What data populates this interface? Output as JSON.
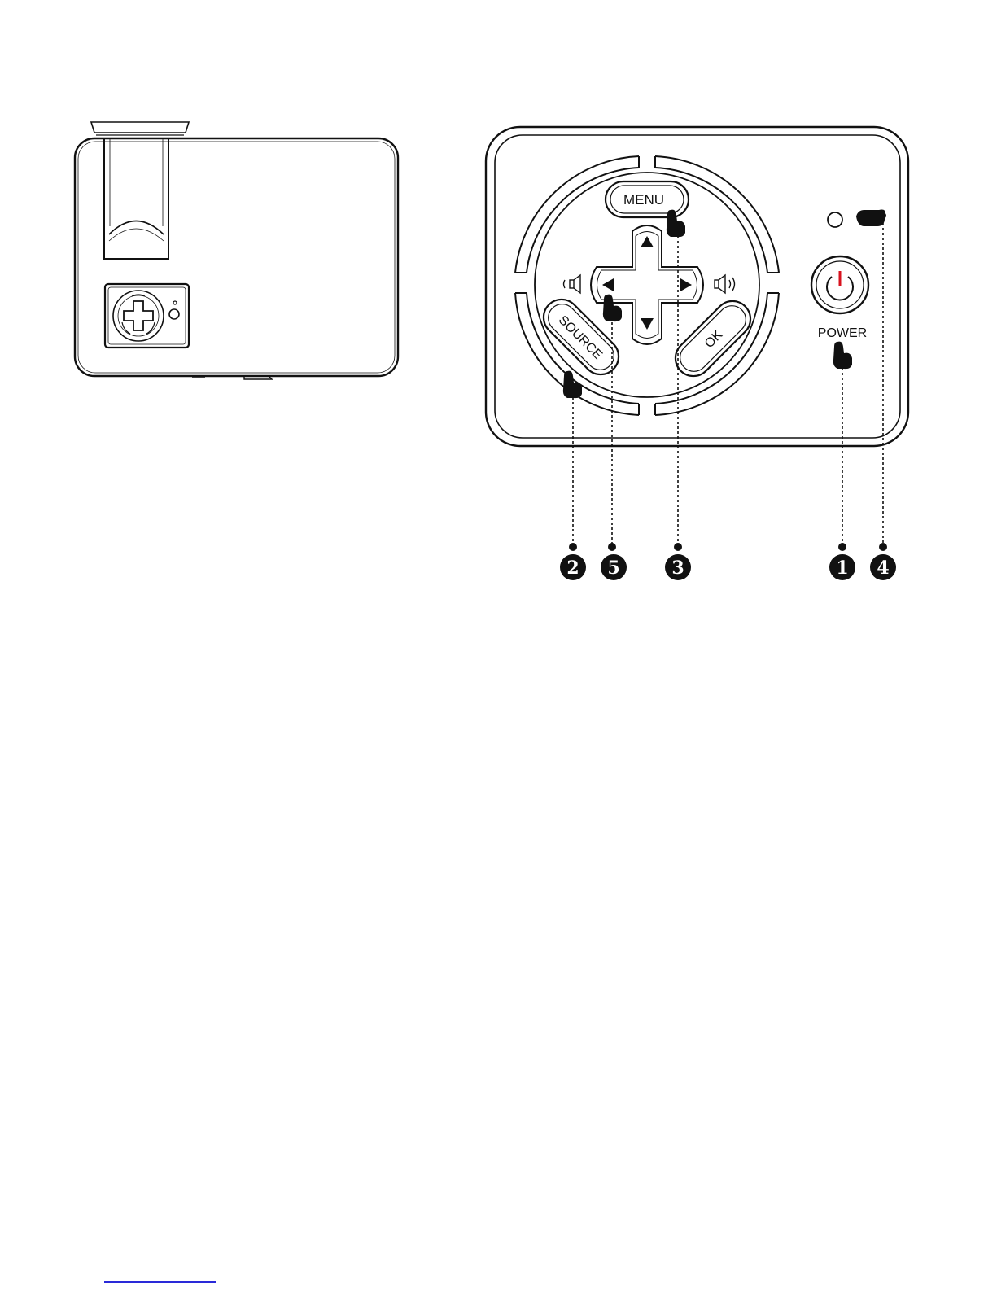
{
  "panel": {
    "menu_label": "MENU",
    "source_label": "SOURCE",
    "ok_label": "OK",
    "power_label": "POWER"
  },
  "callouts": {
    "c1": "1",
    "c2": "2",
    "c3": "3",
    "c4": "4",
    "c5": "5"
  },
  "colors": {
    "line": "#111111",
    "power_accent": "#d8121e",
    "link_rule": "#2a2ad8"
  },
  "icons": [
    "volume-down-icon",
    "volume-up-icon",
    "up-arrow-icon",
    "down-arrow-icon",
    "left-arrow-icon",
    "right-arrow-icon",
    "power-icon",
    "pointing-hand-icon"
  ]
}
